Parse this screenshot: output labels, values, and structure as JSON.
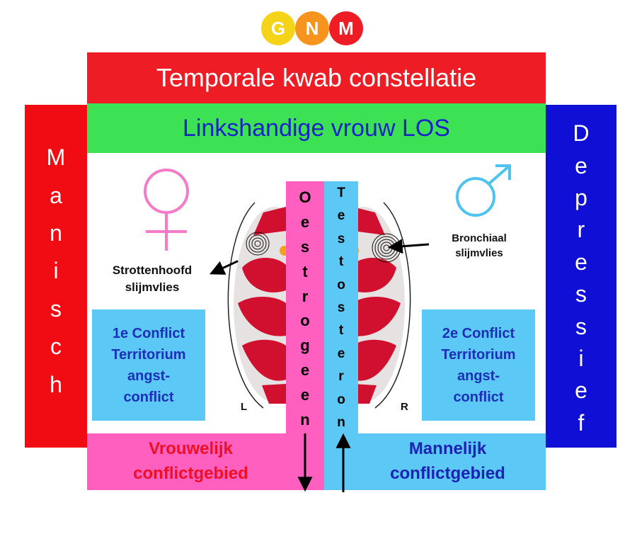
{
  "logo": {
    "letters": [
      "G",
      "N",
      "M"
    ],
    "colors": [
      "#f5d417",
      "#f7941d",
      "#ee1c25"
    ]
  },
  "title": "Temporale kwab constellatie",
  "subtitle": "Linkshandige vrouw LOS",
  "left_side": {
    "letters": [
      "M",
      "a",
      "n",
      "i",
      "s",
      "c",
      "h"
    ]
  },
  "right_side": {
    "letters": [
      "D",
      "e",
      "p",
      "r",
      "e",
      "s",
      "s",
      "i",
      "e",
      "f"
    ]
  },
  "symbols": {
    "female": "female-symbol",
    "male": "male-symbol"
  },
  "hormones": {
    "left": [
      "O",
      "e",
      "s",
      "t",
      "r",
      "o",
      "g",
      "e",
      "e",
      "n"
    ],
    "right": [
      "T",
      "e",
      "s",
      "t",
      "o",
      "s",
      "t",
      "e",
      "r",
      "o",
      "n"
    ]
  },
  "labels": {
    "left_line1": "Strottenhoofd",
    "left_line2": "slijmvlies",
    "right_line1": "Bronchiaal",
    "right_line2": "slijmvlies",
    "L": "L",
    "R": "R"
  },
  "boxes": {
    "left": [
      "1e Conflict",
      "Territorium",
      "angst-",
      "conflict"
    ],
    "right": [
      "2e Conflict",
      "Territorium",
      "angst-",
      "conflict"
    ]
  },
  "bottom": {
    "left_line1": "Vrouwelijk",
    "left_line2": "conflictgebied",
    "right_line1": "Mannelijk",
    "right_line2": "conflictgebied"
  },
  "colors": {
    "red": "#ee1c25",
    "green": "#3de154",
    "blue": "#0f0fd6",
    "pink": "#ff5fbf",
    "lightblue": "#5cc8f5",
    "brain_red": "#d10f2f"
  }
}
